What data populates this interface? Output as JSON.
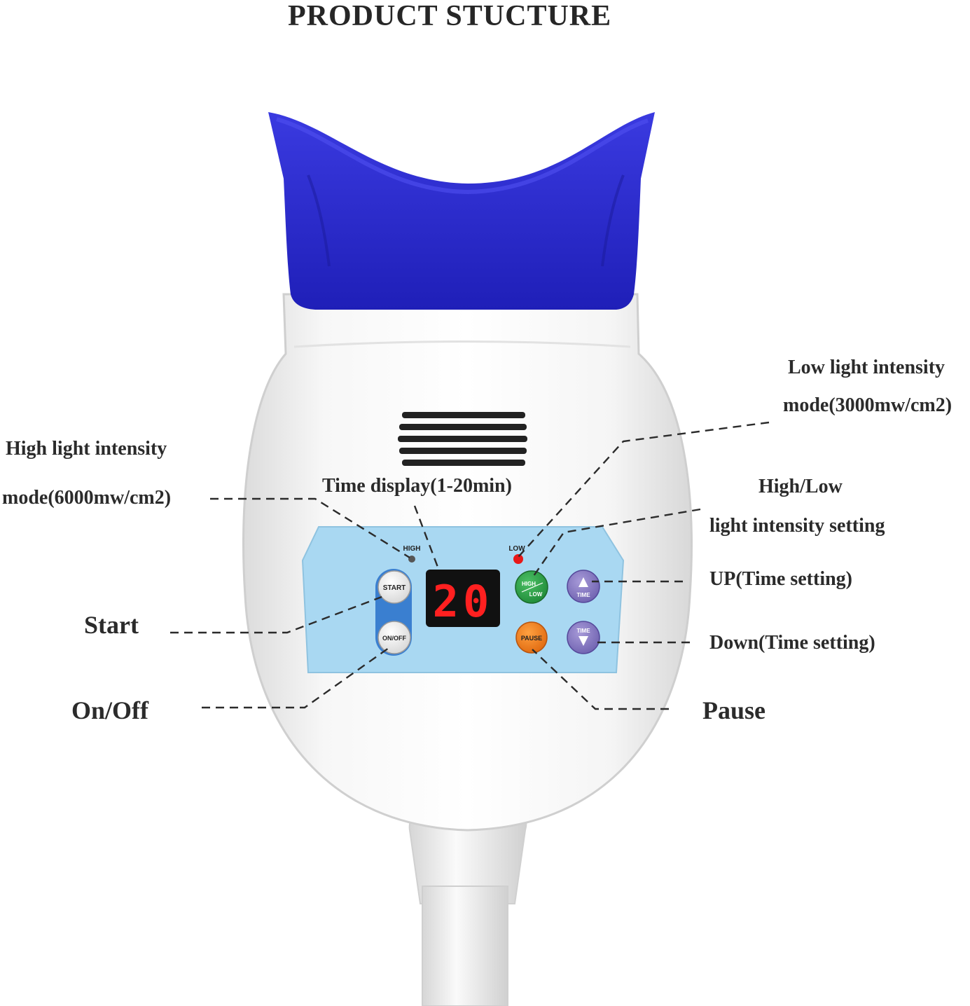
{
  "title": "PRODUCT STUCTURE",
  "callouts": {
    "low_mode_line1": "Low light intensity",
    "low_mode_line2": "mode(3000mw/cm2)",
    "high_mode_line1": "High light intensity",
    "high_mode_line2": "mode(6000mw/cm2)",
    "time_display": "Time display(1-20min)",
    "high_low_line1": "High/Low",
    "high_low_line2": "light intensity setting",
    "up": "UP(Time setting)",
    "down": "Down(Time setting)",
    "start": "Start",
    "on_off": "On/Off",
    "pause": "Pause"
  },
  "panel": {
    "high_indicator": "HIGH",
    "low_indicator": "LOW",
    "display_value": "20",
    "start_button": "START",
    "onoff_button": "ON/OFF",
    "highlow_button_top": "HIGH",
    "highlow_button_bottom": "LOW",
    "pause_button": "PAUSE",
    "time_up_button": "TIME",
    "time_down_button": "TIME"
  },
  "colors": {
    "mouthpiece": "#2f2fd0",
    "panel": "#a9d8f2",
    "display_digits": "#ff2020",
    "low_led": "#e81818",
    "highlow_button": "#2fa04a",
    "pause_button": "#f08020",
    "time_buttons": "#8a7cc4"
  }
}
